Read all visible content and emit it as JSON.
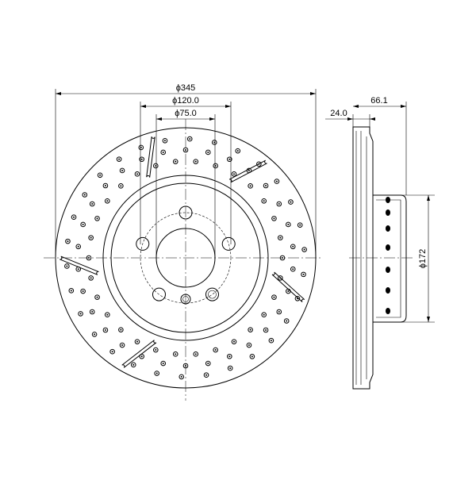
{
  "dimensions": {
    "outer_diameter": "ϕ345",
    "pcd": "ϕ120.0",
    "center_bore": "ϕ75.0",
    "thickness": "24.0",
    "total_height": "66.1",
    "hat_diameter": "ϕ172"
  },
  "colors": {
    "ink": "#000000",
    "background": "#ffffff"
  }
}
